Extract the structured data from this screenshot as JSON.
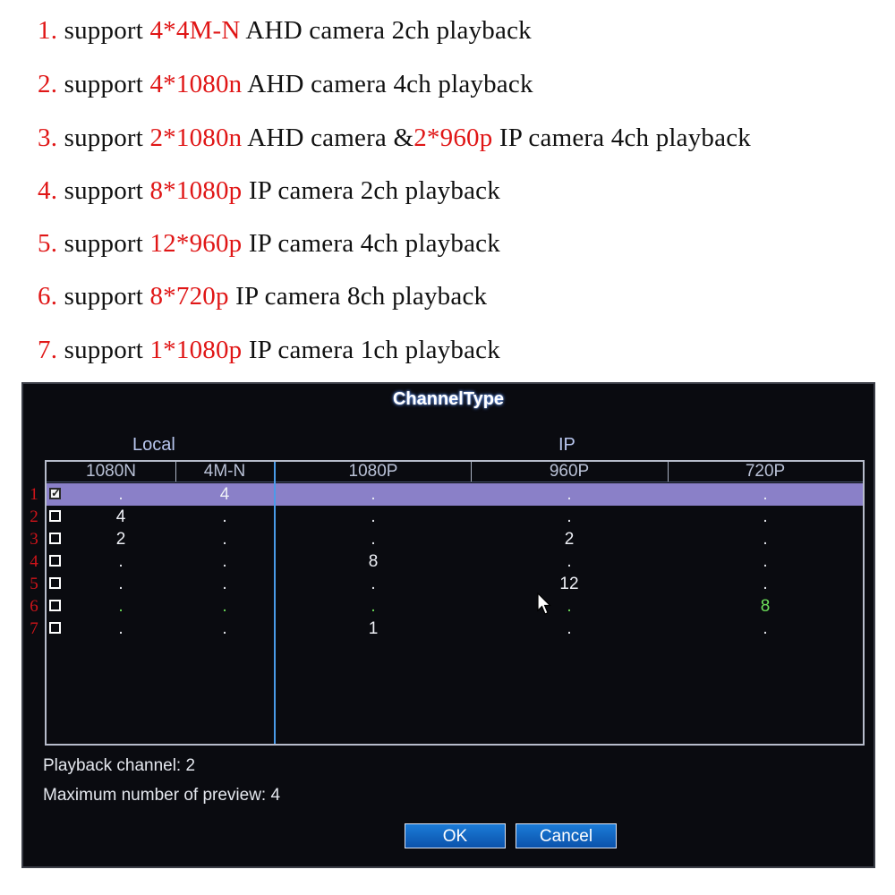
{
  "notes": [
    {
      "num": "1.",
      "pre": " support ",
      "hl": "4*4M-N",
      "post": " AHD camera 2ch playback"
    },
    {
      "num": "2.",
      "pre": " support ",
      "hl": "4*1080n",
      "post": " AHD camera 4ch playback"
    },
    {
      "num": "3.",
      "pre": " support ",
      "hl": "2*1080n",
      "mid": " AHD camera &",
      "hl2": "2*960p",
      "post": " IP camera   4ch playback"
    },
    {
      "num": "4.",
      "pre": " support ",
      "hl": "8*1080p",
      "post": " IP camera  2ch playback"
    },
    {
      "num": "5.",
      "pre": " support ",
      "hl": "12*960p",
      "post": " IP camera  4ch playback"
    },
    {
      "num": "6.",
      "pre": " support ",
      "hl": "8*720p",
      "post": " IP camera  8ch playback"
    },
    {
      "num": "7.",
      "pre": " support ",
      "hl": "1*1080p",
      "post": " IP camera  1ch playback"
    }
  ],
  "dialog": {
    "title": "ChannelType",
    "group_local": "Local",
    "group_ip": "IP",
    "columns": [
      "1080N",
      "4M-N",
      "1080P",
      "960P",
      "720P"
    ],
    "rows": [
      {
        "mark": "1",
        "checked": true,
        "values": [
          ".",
          "4",
          ".",
          ".",
          "."
        ]
      },
      {
        "mark": "2",
        "checked": false,
        "values": [
          "4",
          ".",
          ".",
          ".",
          "."
        ]
      },
      {
        "mark": "3",
        "checked": false,
        "values": [
          "2",
          ".",
          ".",
          "2",
          "."
        ]
      },
      {
        "mark": "4",
        "checked": false,
        "values": [
          ".",
          ".",
          "8",
          ".",
          "."
        ]
      },
      {
        "mark": "5",
        "checked": false,
        "values": [
          ".",
          ".",
          ".",
          "12",
          "."
        ]
      },
      {
        "mark": "6",
        "checked": false,
        "values": [
          ".",
          ".",
          ".",
          ".",
          "8"
        ]
      },
      {
        "mark": "7",
        "checked": false,
        "values": [
          ".",
          ".",
          "1",
          ".",
          "."
        ]
      }
    ],
    "playback_channel": "Playback channel: 2",
    "max_preview": "Maximum number of preview: 4",
    "ok_label": "OK",
    "cancel_label": "Cancel"
  },
  "colors": {
    "highlight_red": "#e01616",
    "selected_row": "#8a80c8",
    "button_blue": "#0b52ab",
    "green_value": "#6de05a"
  }
}
